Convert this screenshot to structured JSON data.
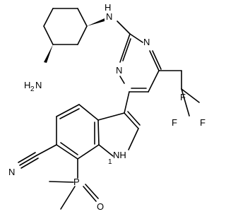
{
  "molecule": {
    "atoms": {
      "nh_top": "N",
      "h_top": "H",
      "nh2_h": "H",
      "nh2_2": "2",
      "nh2_n": "N",
      "pyrimidine_n1": "N",
      "pyrimidine_n3": "N",
      "cf3_f1": "F",
      "cf3_f2": "F",
      "cf3_f3": "F",
      "nitrile_n": "N",
      "indole_nh": "NH",
      "indole_h1": "1",
      "phosphorus": "P",
      "oxygen": "O"
    },
    "colors": {
      "bond": "#000000",
      "background": "#ffffff"
    }
  }
}
